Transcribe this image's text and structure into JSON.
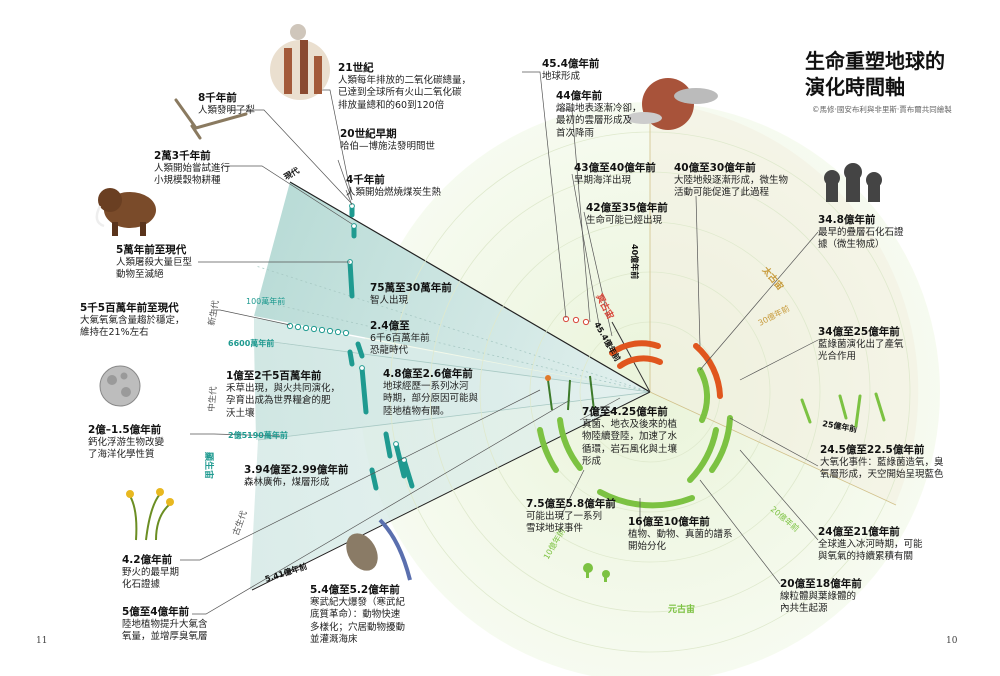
{
  "title": {
    "line1": "生命重塑地球的",
    "line2": "演化時間軸"
  },
  "credit": "©馬修·國安布利與非里斯·賈布爾共同繪製",
  "page_numbers": {
    "left": "11",
    "right": "10"
  },
  "eons": {
    "hadean": "冥古宙",
    "archean": "太古宙",
    "proterozoic": "元古宙",
    "phanerozoic": "顯生宙"
  },
  "eras": {
    "cenozoic": "新生代",
    "mesozoic": "中生代",
    "paleozoic": "古生代"
  },
  "scale_marks": {
    "modern": "現代",
    "m100": "100萬年前",
    "m6600": "6600萬年前",
    "m25190": "2億5190萬年前",
    "m541": "5.41億年前",
    "b454": "45.4億年前",
    "b40": "40億年前",
    "b30": "30億年前",
    "b25": "25億年前",
    "b20": "20億年前",
    "b10": "10億年前"
  },
  "events": {
    "e8k": {
      "time": "8千年前",
      "desc": [
        "人類發明了犁"
      ]
    },
    "e23k": {
      "time": "2萬3千年前",
      "desc": [
        "人類開始嘗試進行",
        "小規模穀物耕種"
      ]
    },
    "e5w": {
      "time": "5萬年前至現代",
      "desc": [
        "人類屠殺大量巨型",
        "動物至滅絕"
      ]
    },
    "e55m": {
      "time": "5千5百萬年前至現代",
      "desc": [
        "大氣氧氣含量趨於穩定，",
        "維持在21%左右"
      ]
    },
    "e2b": {
      "time": "2億–1.5億年前",
      "desc": [
        "鈣化浮游生物改變",
        "了海洋化學性質"
      ]
    },
    "e42": {
      "time": "4.2億年前",
      "desc": [
        "野火的最早期",
        "化石證據"
      ]
    },
    "e54": {
      "time": "5億至4億年前",
      "desc": [
        "陸地植物提升大氣含",
        "氧量，並增厚臭氧層"
      ]
    },
    "e21c": {
      "time": "21世紀",
      "desc": [
        "人類每年排放的二氧化碳總量，",
        "已達到全球所有火山二氧化碳",
        "排放量總和的60到120倍"
      ]
    },
    "e20c": {
      "time": "20世紀早期",
      "desc": [
        "哈伯—博施法發明問世"
      ]
    },
    "e4k": {
      "time": "4千年前",
      "desc": [
        "人類開始燃燒煤炭生熱"
      ]
    },
    "e75": {
      "time": "75萬至30萬年前",
      "desc": [
        "智人出現"
      ]
    },
    "e24": {
      "time": "2.4億至",
      "desc": [
        "6千6百萬年前",
        "恐龍時代"
      ]
    },
    "e12": {
      "time": "1億至2千5百萬年前",
      "desc": [
        "禾草出現，與火共同演化，",
        "孕育出成為世界糧倉的肥",
        "沃土壤"
      ]
    },
    "e48": {
      "time": "4.8億至2.6億年前",
      "desc": [
        "地球經歷一系列冰河",
        "時期，部分原因可能與",
        "陸地植物有關。"
      ]
    },
    "e394": {
      "time": "3.94億至2.99億年前",
      "desc": [
        "森林廣佈，煤層形成"
      ]
    },
    "e54c": {
      "time": "5.4億至5.2億年前",
      "desc": [
        "寒武紀大爆發（寒武紀",
        "底質革命）：動物快速",
        "多樣化；穴居動物擾動",
        "並灌溉海床"
      ]
    },
    "e454": {
      "time": "45.4億年前",
      "desc": [
        "地球形成"
      ]
    },
    "e44": {
      "time": "44億年前",
      "desc": [
        "熔融地表逐漸冷卻，",
        "最初的雲層形成及",
        "首次降雨"
      ]
    },
    "e4340": {
      "time": "43億至40億年前",
      "desc": [
        "早期海洋出現"
      ]
    },
    "e4235": {
      "time": "42億至35億年前",
      "desc": [
        "生命可能已經出現"
      ]
    },
    "e4030": {
      "time": "40億至30億年前",
      "desc": [
        "大陸地殼逐漸形成，微生物",
        "活動可能促進了此過程"
      ]
    },
    "e348": {
      "time": "34.8億年前",
      "desc": [
        "最早的疊層石化石證",
        "據（微生物成）"
      ]
    },
    "e3425": {
      "time": "34億至25億年前",
      "desc": [
        "藍綠菌演化出了產氧",
        "光合作用"
      ]
    },
    "e245": {
      "time": "24.5億至22.5億年前",
      "desc": [
        "大氧化事件：藍綠菌造氧，臭",
        "氧層形成，天空開始呈現藍色"
      ]
    },
    "e2421": {
      "time": "24億至21億年前",
      "desc": [
        "全球進入冰河時期，可能",
        "與氧氣的持續累積有關"
      ]
    },
    "e2018": {
      "time": "20億至18億年前",
      "desc": [
        "線粒體與葉綠體的",
        "內共生起源"
      ]
    },
    "e1610": {
      "time": "16億至10億年前",
      "desc": [
        "植物、動物、真菌的譜系",
        "開始分化"
      ]
    },
    "e7558": {
      "time": "7.5億至5.8億年前",
      "desc": [
        "可能出現了一系列",
        "雪球地球事件"
      ]
    },
    "e7425": {
      "time": "7億至4.25億年前",
      "desc": [
        "真菌、地衣及後來的植",
        "物陸續登陸，加速了水",
        "循環，岩石風化與土壤",
        "形成"
      ]
    }
  },
  "colors": {
    "teal": "#1f9a90",
    "green": "#7cc242",
    "orange": "#e0561e",
    "brown": "#c79a3a",
    "hadean": "#d9473b"
  }
}
